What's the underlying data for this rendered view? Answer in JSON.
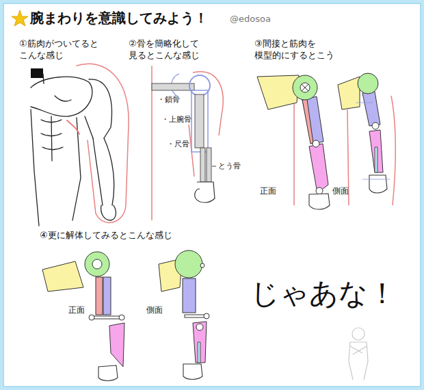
{
  "diagram": {
    "title": "腕まわりを意識してみよう！",
    "labels": [
      "@edosoa",
      "①筋肉がついてると こんな感じ",
      "②骨を簡略化して 見るとこんな感じ",
      "③間接と筋肉を 模型的にするとこう",
      "・鎖骨",
      "・上腕骨",
      "・尺骨",
      "とう骨",
      "正面",
      "側面",
      "④更に解体してみるとこんな感じ",
      "正面",
      "側面",
      "じゃあな！"
    ]
  }
}
